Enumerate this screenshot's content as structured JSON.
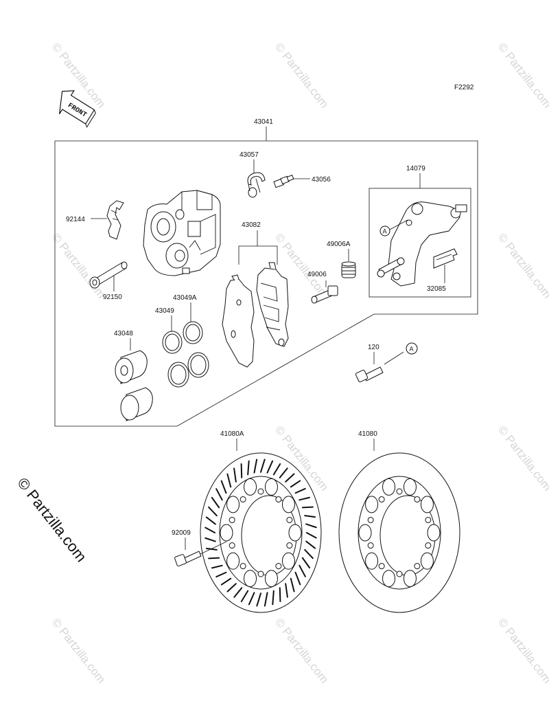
{
  "diagram": {
    "figure_code": "F2292",
    "front_label": "FRONT",
    "callout_letter": "A",
    "watermark_text": "© Partzilla.com",
    "watermark_big": "© Partzilla.com",
    "part_labels": {
      "p43041": "43041",
      "p43057": "43057",
      "p43056": "43056",
      "p14079": "14079",
      "p92144": "92144",
      "p43082": "43082",
      "p49006A": "49006A",
      "p49006": "49006",
      "p32085": "32085",
      "p92150": "92150",
      "p43049A": "43049A",
      "p43049": "43049",
      "p43048": "43048",
      "p120": "120",
      "p41080A": "41080A",
      "p41080": "41080",
      "p92009": "92009"
    }
  }
}
